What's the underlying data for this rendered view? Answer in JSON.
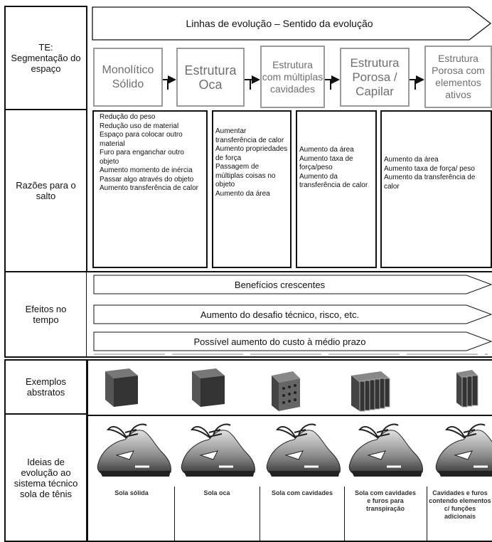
{
  "rows": {
    "te_label": "TE: Segmentação do espaço",
    "razoes_label": "Razões para o salto",
    "efeitos_label": "Efeitos no tempo",
    "exemplos_label": "Exemplos abstratos",
    "ideias_label": "Ideias de evolução ao sistema técnico sola de tênis"
  },
  "evolution_header": "Linhas de evolução – Sentido da evolução",
  "stages": [
    {
      "label": "Monolítico Sólido"
    },
    {
      "label": "Estrutura Oca"
    },
    {
      "label": "Estrutura com múltiplas cavidades"
    },
    {
      "label": "Estrutura Porosa / Capilar"
    },
    {
      "label": "Estrutura Porosa com elementos ativos"
    }
  ],
  "reasons": [
    [
      "Redução do peso",
      "Redução uso de material",
      "Espaço para colocar outro material",
      "Furo para enganchar outro objeto",
      "Aumento momento de inércia",
      "Passar algo através do objeto",
      "Aumento transferência de calor"
    ],
    [
      "Aumentar transferência de calor",
      "Aumento propriedades de força",
      "Passagem de múltiplas coisas no objeto",
      "Aumento da área"
    ],
    [
      "Aumento da área",
      "Aumento taxa de força/peso",
      "Aumento da transferência de calor"
    ],
    [
      "Aumento da área",
      "Aumento taxa de força/ peso",
      "Aumento da transferência de calor"
    ]
  ],
  "effects": [
    "Benefícios crescentes",
    "Aumento do desafio técnico, risco, etc.",
    "Possível aumento do custo à médio prazo"
  ],
  "captions": [
    "Sola sólida",
    "Sola oca",
    "Sola com cavidades",
    "Sola com cavidades e furos para transpiração",
    "Cavidades e furos contendo elementos c/ funções adicionais"
  ]
}
